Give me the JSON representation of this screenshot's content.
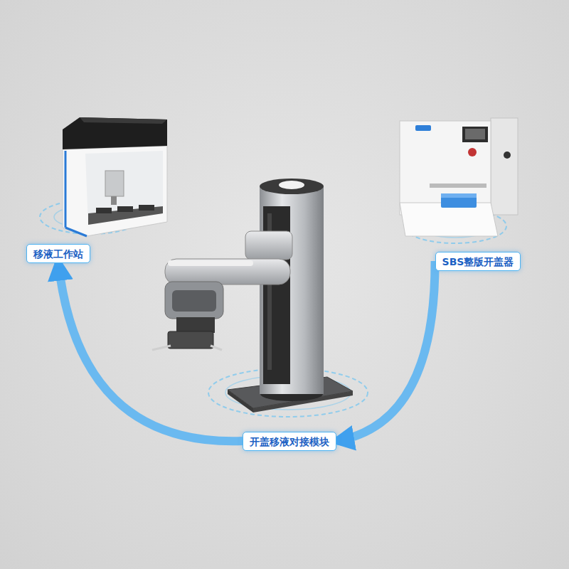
{
  "diagram": {
    "nodes": [
      {
        "text": [
          "移液工作站"
        ]
      },
      {
        "text": [
          "SBS整版开盖器"
        ]
      },
      {
        "text": [
          "开盖移液对接模块"
        ]
      }
    ],
    "edges": [
      {
        "from": 1,
        "to": 2,
        "arrow": "to"
      },
      {
        "from": 2,
        "to": 0,
        "arrow": "to"
      }
    ]
  }
}
